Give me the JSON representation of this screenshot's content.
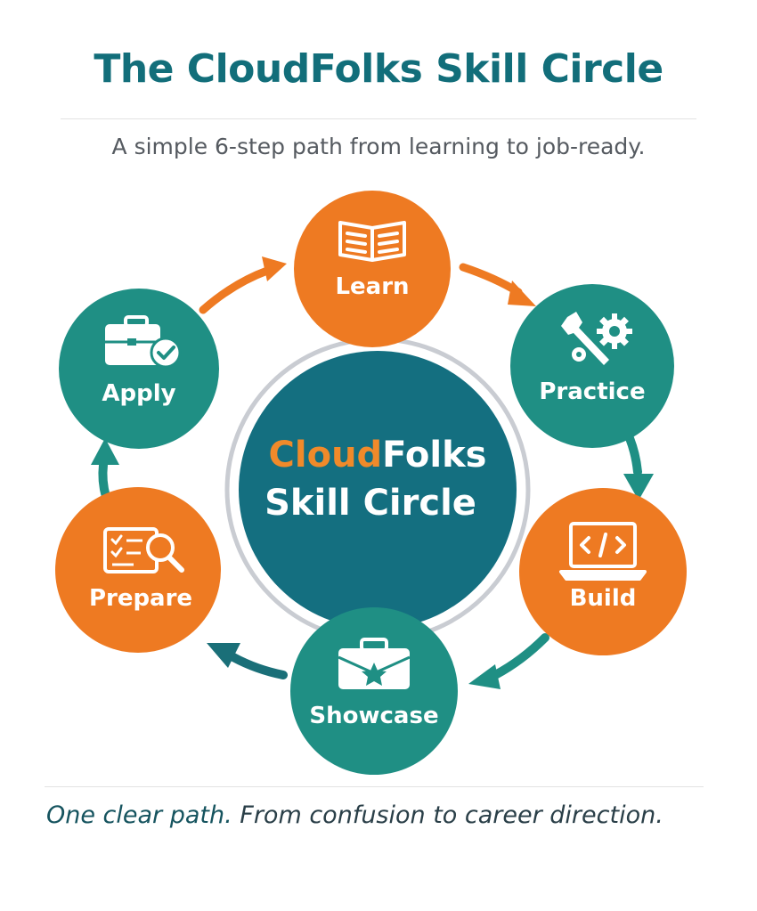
{
  "header": {
    "title": "The CloudFolks Skill Circle",
    "subtitle": "A simple 6-step path from learning to job-ready."
  },
  "center": {
    "brand_orange": "Cloud",
    "brand_rest": "Folks",
    "line2": "Skill Circle"
  },
  "steps": [
    {
      "label": "Learn",
      "icon": "book-icon",
      "color": "#ee7a22"
    },
    {
      "label": "Practice",
      "icon": "tools-gear-icon",
      "color": "#1f8f84"
    },
    {
      "label": "Build",
      "icon": "laptop-code-icon",
      "color": "#ee7a22"
    },
    {
      "label": "Showcase",
      "icon": "portfolio-star-icon",
      "color": "#1f8f84"
    },
    {
      "label": "Prepare",
      "icon": "checklist-search-icon",
      "color": "#ee7a22"
    },
    {
      "label": "Apply",
      "icon": "briefcase-check-icon",
      "color": "#1f8f84"
    }
  ],
  "footer": {
    "lead": "One clear path.",
    "rest": " From confusion to career direction."
  },
  "colors": {
    "orange": "#ee7a22",
    "teal": "#1f8f84",
    "center_fill": "#146f80",
    "title": "#126e7a"
  }
}
